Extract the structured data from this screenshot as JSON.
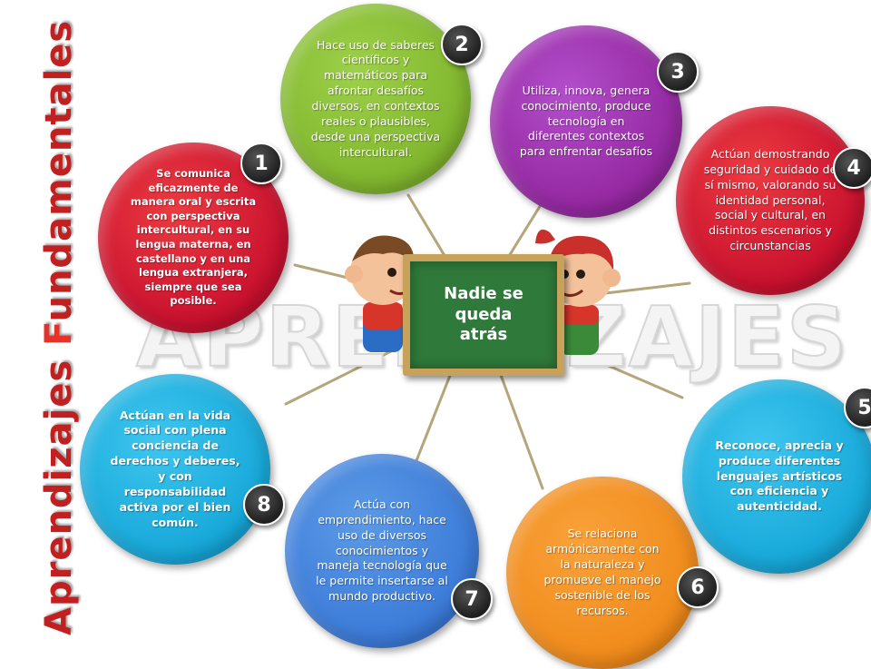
{
  "title": {
    "word1": "Aprendizajes",
    "word2_first": "F",
    "word2_rest": "undamentales"
  },
  "background_word": "APRENDIZAJES",
  "board_text": "Nadie se queda atrás",
  "colors": {
    "red": "#c8102e",
    "green": "#7fb52d",
    "purple": "#93279f",
    "cyan": "#16a7d8",
    "orange": "#f08a1a",
    "blue": "#3b7ad8",
    "board": "#2f7a3a"
  },
  "items": [
    {
      "number": "1",
      "text": "Se comunica eficazmente de manera oral y escrita con perspectiva intercultural, en su lengua materna, en castellano y en una lengua extranjera, siempre que sea posible."
    },
    {
      "number": "2",
      "text": "Hace uso de saberes científicos y matemáticos para afrontar desafíos diversos, en contextos reales o plausibles, desde una perspectiva intercultural."
    },
    {
      "number": "3",
      "text": "Utiliza, innova, genera conocimiento, produce tecnología en diferentes contextos para enfrentar desafíos"
    },
    {
      "number": "4",
      "text": "Actúan demostrando seguridad y cuidado de sí mismo, valorando su identidad personal, social y cultural, en distintos escenarios y circunstancias"
    },
    {
      "number": "5",
      "text": "Reconoce, aprecia y produce diferentes lenguajes artísticos con eficiencia y autenticidad."
    },
    {
      "number": "6",
      "text": "Se relaciona armónicamente con la naturaleza y promueve el manejo sostenible de los recursos."
    },
    {
      "number": "7",
      "text": "Actúa con emprendimiento, hace uso de diversos conocimientos y maneja tecnología que le permite insertarse al mundo productivo."
    },
    {
      "number": "8",
      "text": "Actúan en la vida social con plena conciencia de derechos y deberes, y con responsabilidad activa por el bien común."
    }
  ]
}
